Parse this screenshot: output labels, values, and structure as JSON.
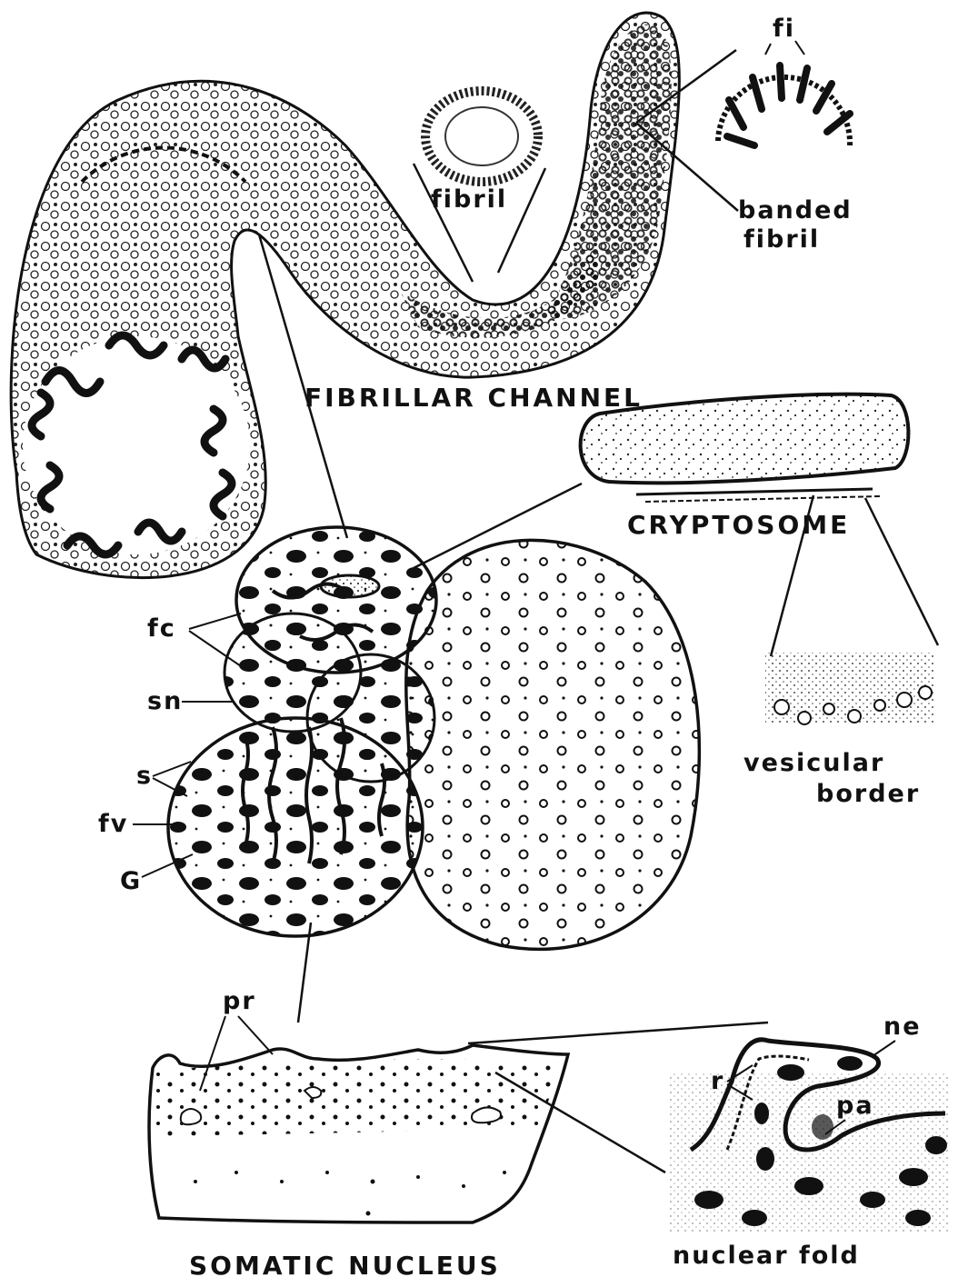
{
  "labels": {
    "fibrillar_channel": "FIBRILLAR CHANNEL",
    "cryptosome": "CRYPTOSOME",
    "somatic_nucleus": "SOMATIC NUCLEUS",
    "fibril": "fibril",
    "banded_fibril_line1": "banded",
    "banded_fibril_line2": "fibril",
    "fi": "fi",
    "vesicular_border_line1": "vesicular",
    "vesicular_border_line2": "border",
    "nuclear_fold": "nuclear fold",
    "fc": "fc",
    "sn": "sn",
    "s": "s",
    "fv": "fv",
    "G": "G",
    "pr": "pr",
    "ne": "ne",
    "r": "r",
    "pa": "pa"
  }
}
